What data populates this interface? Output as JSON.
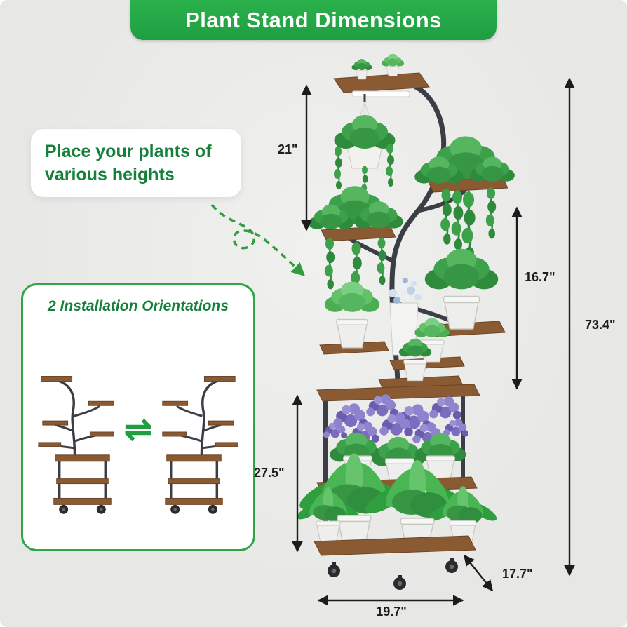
{
  "header": {
    "title": "Plant Stand Dimensions"
  },
  "callout": {
    "line1": "Place your plants of",
    "line2": "various heights"
  },
  "orientations": {
    "title": "2 Installation Orientations",
    "swap_icon": "⇌"
  },
  "dimensions": {
    "hanging_drop": "21\"",
    "upper_section": "16.7\"",
    "total_height": "73.4\"",
    "lower_section": "27.5\"",
    "depth": "17.7\"",
    "width": "19.7\""
  },
  "colors": {
    "header_green": "#1f9e42",
    "text_green": "#15803a",
    "border_green": "#35a348",
    "dimension_black": "#1c1c1c",
    "background": "#e7e8e5",
    "wood": "#8a5a33",
    "metal": "#3b3e44"
  }
}
